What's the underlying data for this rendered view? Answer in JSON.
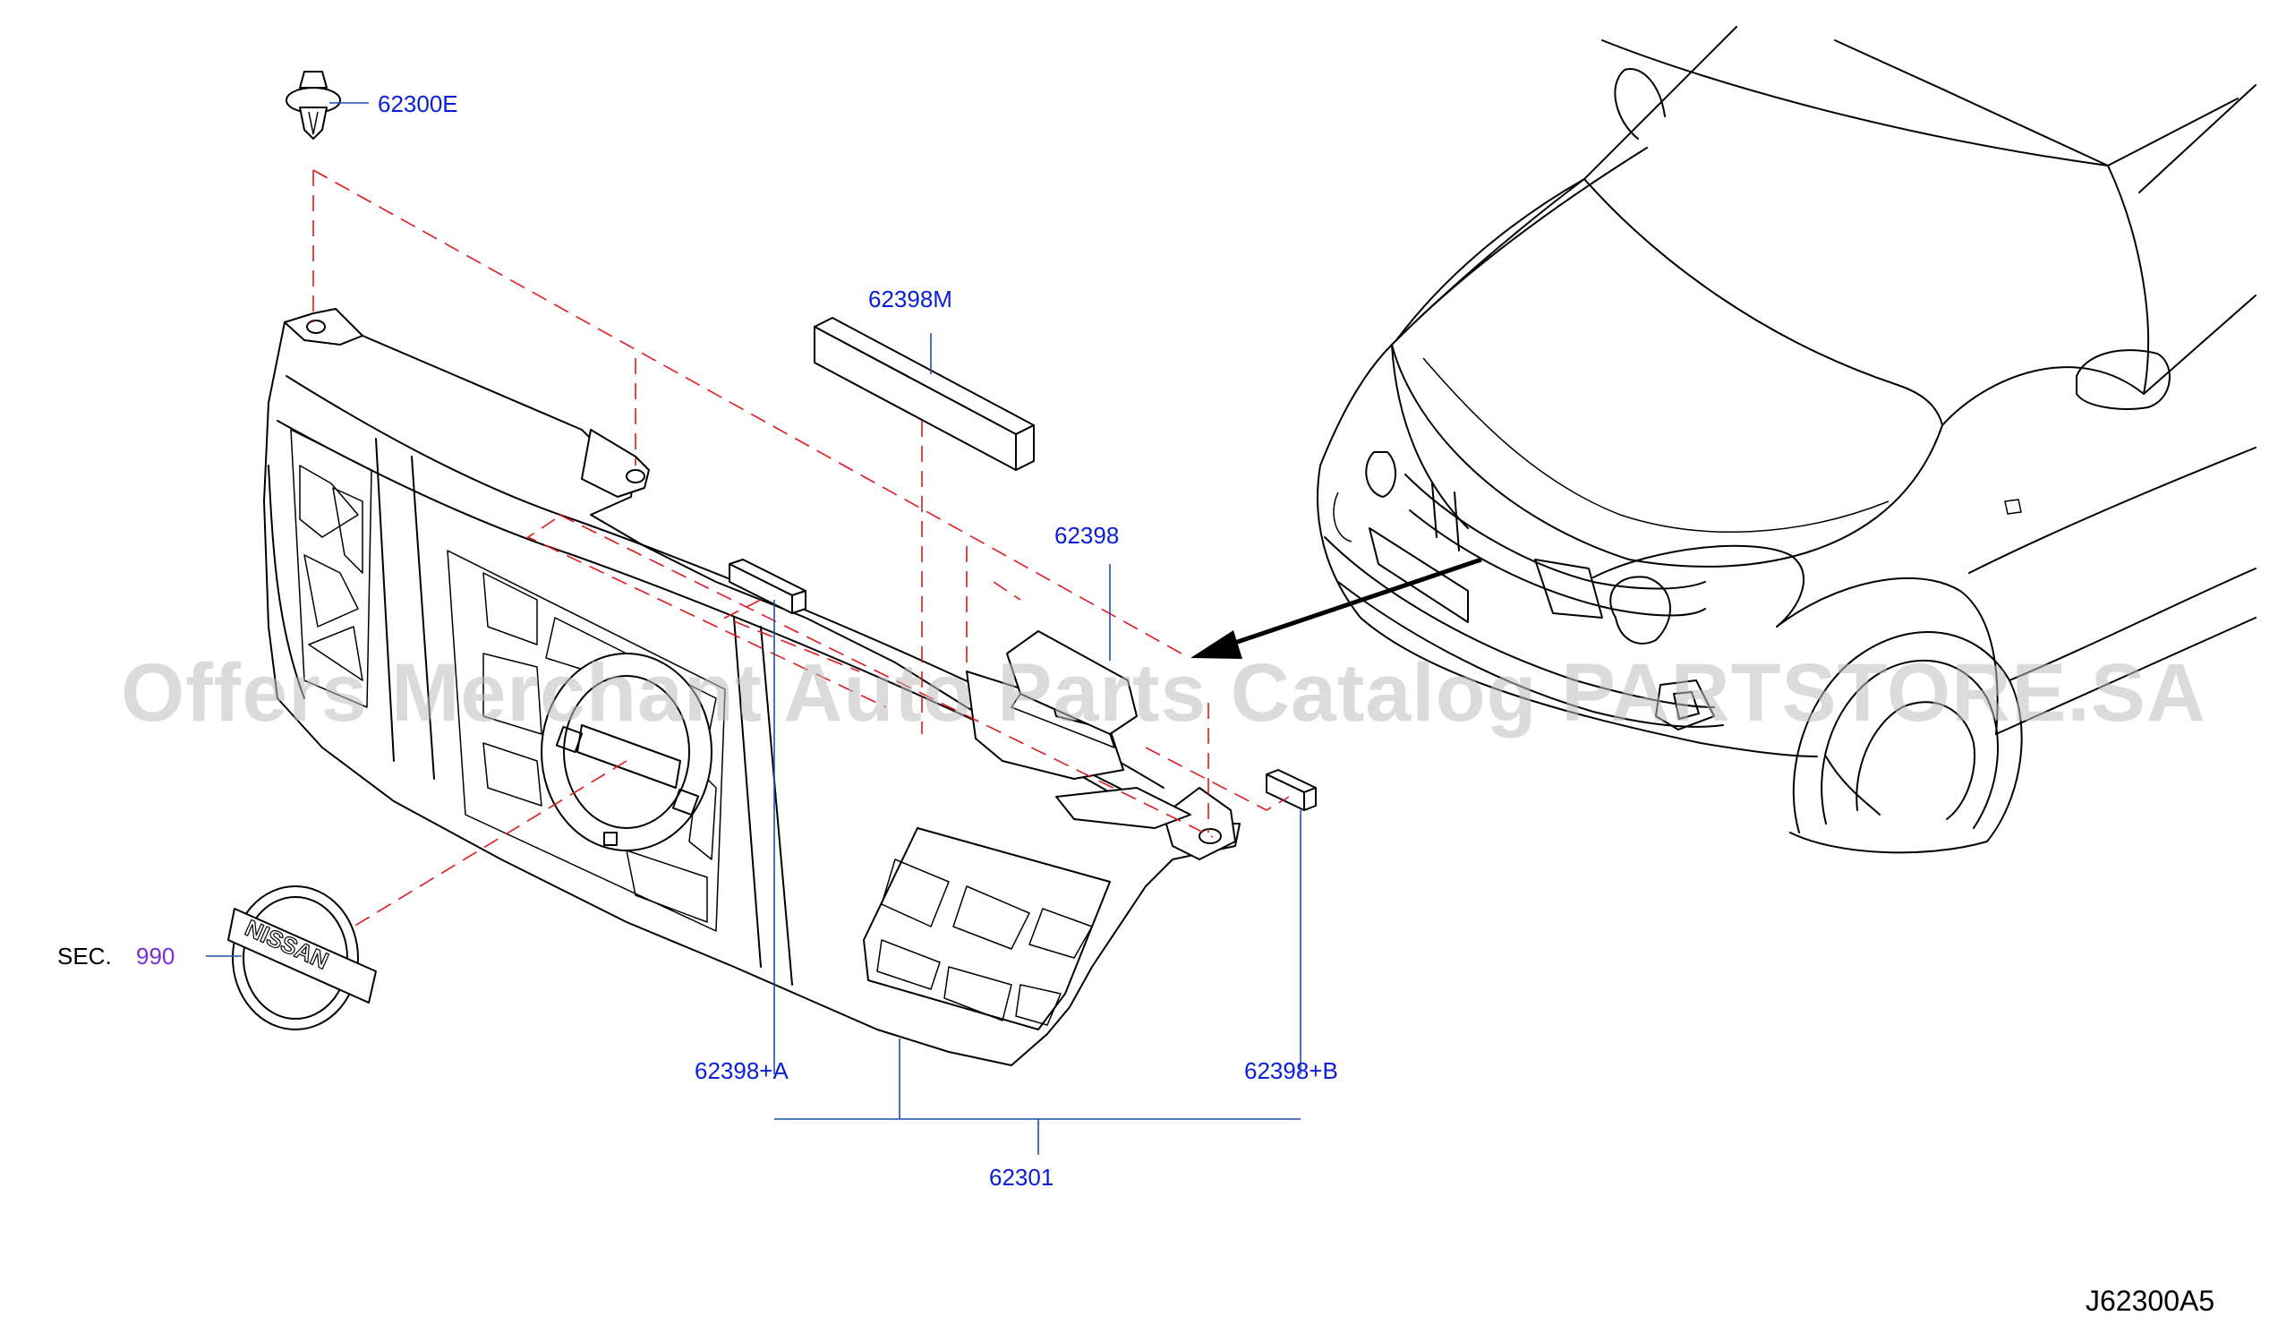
{
  "diagram": {
    "code": "J62300A5",
    "watermark": "Offers Merchant Auto Parts Catalog PARTSTORE.SA",
    "section_ref": {
      "prefix": "SEC.",
      "number": "990"
    },
    "emblem_text": "NISSAN",
    "parts": [
      {
        "id": "clip",
        "label": "62300E"
      },
      {
        "id": "seal-m",
        "label": "62398M"
      },
      {
        "id": "seal",
        "label": "62398"
      },
      {
        "id": "seal-a",
        "label": "62398+A"
      },
      {
        "id": "seal-b",
        "label": "62398+B"
      },
      {
        "id": "grille",
        "label": "62301"
      }
    ]
  },
  "colors": {
    "part_label": "#0a1ed8",
    "section_number": "#7a2fd6",
    "assembly_dash": "#e0191e",
    "leader_line": "#1f4fa8",
    "watermark": "#bdbdbd"
  }
}
